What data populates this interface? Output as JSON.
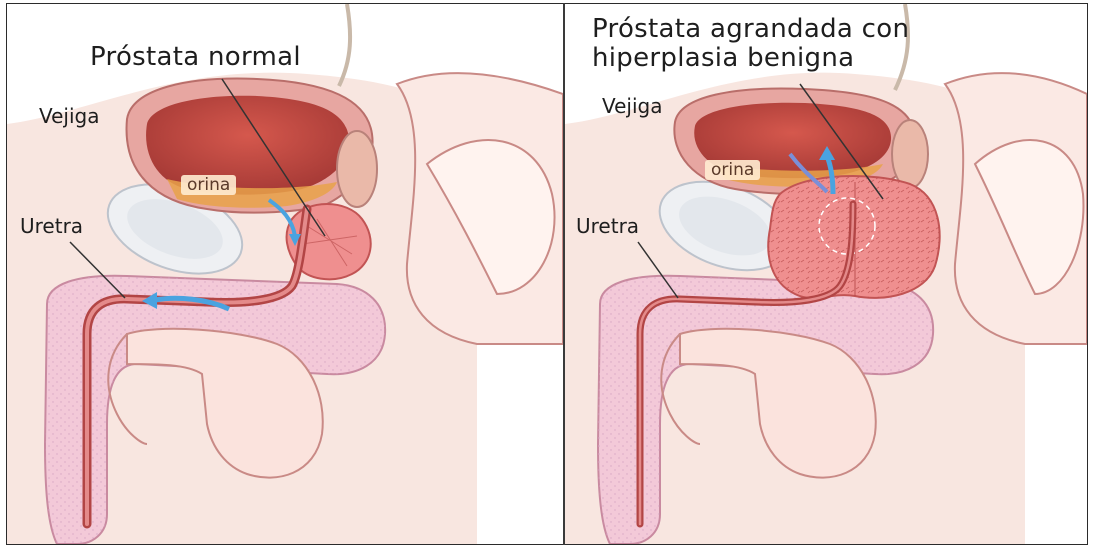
{
  "panels": [
    {
      "title": "Próstata normal",
      "bladder": "Vejiga",
      "urine": "orina",
      "urethra": "Uretra"
    },
    {
      "title_line1": "Próstata agrandada con",
      "title_line2": "hiperplasia benigna",
      "bladder": "Vejiga",
      "urine": "orina",
      "urethra": "Uretra"
    }
  ],
  "colors": {
    "background": "#ffffff",
    "tissue": "#f7d9d2",
    "bladder_wall": "#d98c8a",
    "bladder_inner": "#b8443f",
    "prostate": "#ef8f8f",
    "urethra": "#b24545",
    "bone": "#eeeeee",
    "flow_arrow": "#4aa3e0"
  }
}
